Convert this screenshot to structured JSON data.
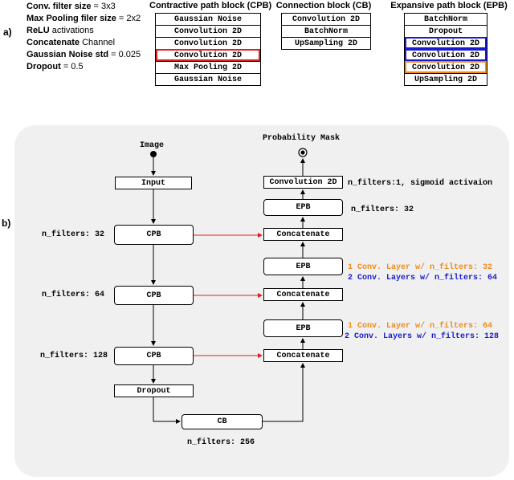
{
  "panel_a": {
    "label": "a)",
    "specs": [
      {
        "bold": "Conv. filter size",
        "rest": " = 3x3"
      },
      {
        "bold": "Max Pooling filer size",
        "rest": " = 2x2"
      },
      {
        "bold": "ReLU",
        "rest": " activations"
      },
      {
        "bold": "Concatenate",
        "rest": " Channel"
      },
      {
        "bold": "Gaussian Noise std",
        "rest": " = 0.025"
      },
      {
        "bold": "Dropout",
        "rest": " = 0.5"
      }
    ],
    "cpb": {
      "title": "Contractive path block (CPB)",
      "layers": [
        "Gaussian Noise",
        "Convolution 2D",
        "Convolution 2D",
        "Convolution 2D",
        "Max Pooling 2D",
        "Gaussian Noise"
      ]
    },
    "cb": {
      "title": "Connection block (CB)",
      "layers": [
        "Convolution 2D",
        "BatchNorm",
        "UpSampling 2D"
      ]
    },
    "epb": {
      "title": "Expansive path block (EPB)",
      "layers": [
        "BatchNorm",
        "Dropout",
        "Convolution 2D",
        "Convolution 2D",
        "Convolution 2D",
        "UpSampling 2D"
      ]
    },
    "highlight_colors": {
      "red": "#e02020",
      "blue": "#1a1ad0",
      "orange": "#f08a1a"
    }
  },
  "panel_b": {
    "label": "b)",
    "image_label": "Image",
    "output_label": "Probability Mask",
    "nodes": {
      "input": "Input",
      "cpb1": "CPB",
      "cpb2": "CPB",
      "cpb3": "CPB",
      "dropout": "Dropout",
      "cb": "CB",
      "concat3": "Concatenate",
      "epb3": "EPB",
      "concat2": "Concatenate",
      "epb2": "EPB",
      "concat1": "Concatenate",
      "epb1": "EPB",
      "conv_out": "Convolution 2D"
    },
    "filters": {
      "cpb1": "n_filters: 32",
      "cpb2": "n_filters: 64",
      "cpb3": "n_filters: 128",
      "cb": "n_filters: 256",
      "epb1": "n_filters: 32",
      "conv_out": "n_filters:1, sigmoid activaion"
    },
    "epb2_notes": {
      "line1": "1 Conv. Layer w/ n_filters: 32",
      "line2": "2 Conv. Layers w/ n_filters: 64"
    },
    "epb3_notes": {
      "line1": "1 Conv. Layer w/ n_filters: 64",
      "line2": "2 Conv. Layers w/ n_filters: 128"
    }
  }
}
